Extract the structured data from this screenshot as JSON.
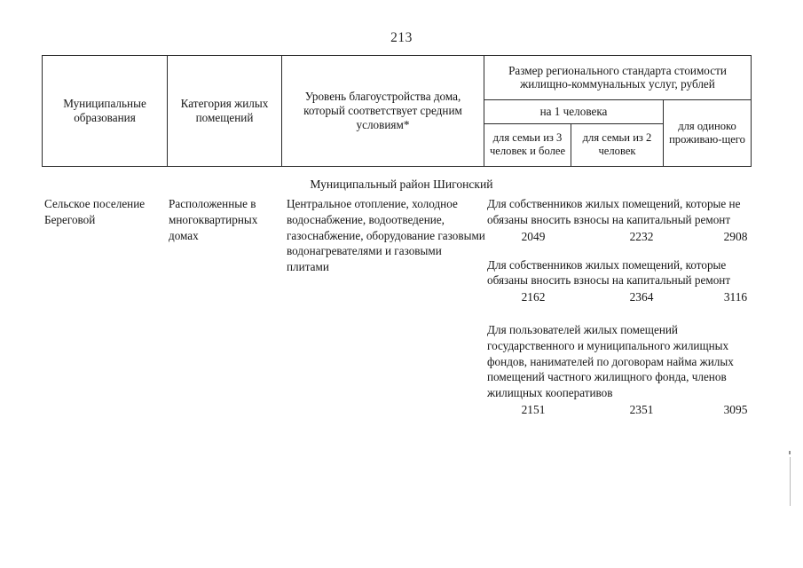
{
  "page": {
    "number": "213"
  },
  "table": {
    "headers": {
      "municipal": "Муниципальные образования",
      "category": "Категория жилых помещений",
      "level": "Уровень благоустройства дома, который соответствует средним условиям*",
      "standard_title": "Размер регионального стандарта стоимости жилищно-коммунальных услуг, рублей",
      "per_person": "на 1 человека",
      "family_3plus": "для семьи из 3 человек и более",
      "family_2": "для семьи из 2 человек",
      "single": "для одиноко проживаю-щего"
    },
    "district_title": "Муниципальный район Шигонский",
    "rows": [
      {
        "municipal": "Сельское поселение Береговой",
        "category": "Расположенные в многоквартирных домах",
        "level": "Центральное отопление, холодное водоснабжение, водоотведение, газоснабжение, оборудование газовыми водонагревателями и газовыми плитами",
        "tariffs": [
          {
            "description": "Для собственников жилых помещений, которые не обязаны вносить взносы на капитальный ремонт",
            "family_3plus": "2049",
            "family_2": "2232",
            "single": "2908"
          },
          {
            "description": "Для собственников  жилых помещений, которые обязаны вносить взносы на капитальный ремонт",
            "family_3plus": "2162",
            "family_2": "2364",
            "single": "3116"
          },
          {
            "description": "Для пользователей жилых помещений государственного и муниципального жилищных фондов, нанимателей по договорам найма жилых помещений частного жилищного фонда, членов жилищных кооперативов",
            "family_3plus": "2151",
            "family_2": "2351",
            "single": "3095"
          }
        ]
      }
    ]
  }
}
